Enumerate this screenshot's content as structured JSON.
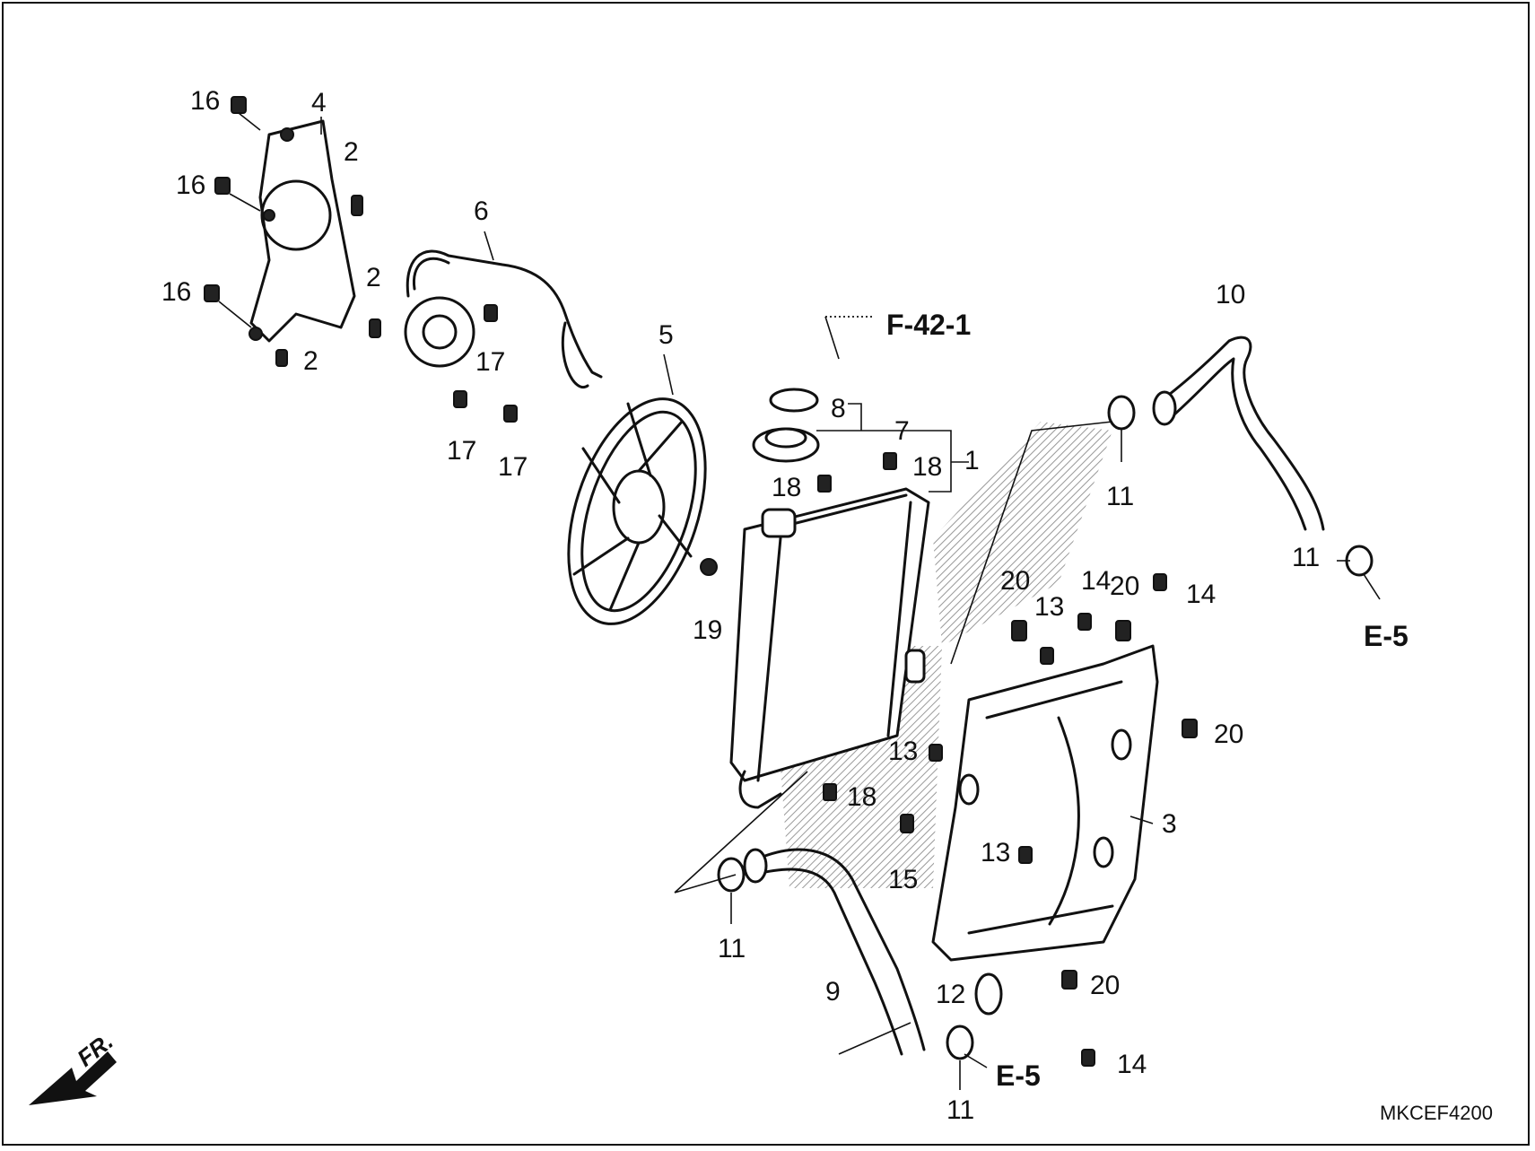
{
  "diagram": {
    "code": "MKCEF4200",
    "direction_label": "FR.",
    "references": {
      "f42": "F-42-1",
      "e5_upper": "E-5",
      "e5_lower": "E-5"
    },
    "callouts": {
      "c1": "1",
      "c2a": "2",
      "c2b": "2",
      "c2c": "2",
      "c3": "3",
      "c4": "4",
      "c5": "5",
      "c6": "6",
      "c7": "7",
      "c8": "8",
      "c9": "9",
      "c10": "10",
      "c11a": "11",
      "c11b": "11",
      "c11c": "11",
      "c11d": "11",
      "c12": "12",
      "c13a": "13",
      "c13b": "13",
      "c13c": "13",
      "c14a": "14",
      "c14b": "14",
      "c14c": "14",
      "c15": "15",
      "c16a": "16",
      "c16b": "16",
      "c16c": "16",
      "c17a": "17",
      "c17b": "17",
      "c17c": "17",
      "c18a": "18",
      "c18b": "18",
      "c18c": "18",
      "c19": "19",
      "c20a": "20",
      "c20b": "20",
      "c20c": "20",
      "c20d": "20"
    }
  }
}
